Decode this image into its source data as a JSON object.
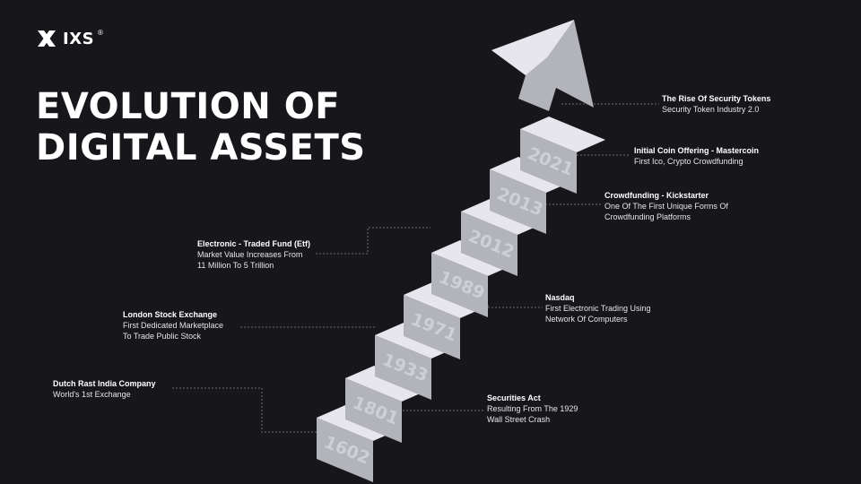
{
  "brand": {
    "logo_text": "IXS",
    "registered": "®"
  },
  "title": {
    "line1": "EVOLUTION OF",
    "line2": "DIGITAL ASSETS"
  },
  "colors": {
    "background": "#17171b",
    "step_top": "#e6e6ec",
    "step_front": "#b3b3ba",
    "year_text": "#cfcfd6",
    "connector": "#6a6a72"
  },
  "milestones": [
    {
      "year": "1602",
      "title": "Dutch Rast India Company",
      "desc": "World's 1st Exchange"
    },
    {
      "year": "1801",
      "title": "Securities Act",
      "desc": "Resulting From The 1929\nWall Street Crash"
    },
    {
      "year": "1933",
      "title": "London Stock Exchange",
      "desc": "First Dedicated Marketplace\nTo Trade Public Stock"
    },
    {
      "year": "1971",
      "title": "Nasdaq",
      "desc": "First Electronic Trading Using\nNetwork Of Computers"
    },
    {
      "year": "1989",
      "title": "Electronic - Traded Fund (Etf)",
      "desc": "Market Value Increases From\n11 Million To 5 Trillion"
    },
    {
      "year": "2012",
      "title": "Crowdfunding - Kickstarter",
      "desc": "One Of The First Unique Forms Of\nCrowdfunding Platforms"
    },
    {
      "year": "2013",
      "title": "Initial Coin Offering - Mastercoin",
      "desc": "First Ico, Crypto Crowdfunding"
    },
    {
      "year": "2021",
      "title": "The Rise Of Security Tokens",
      "desc": "Security Token Industry 2.0"
    }
  ]
}
